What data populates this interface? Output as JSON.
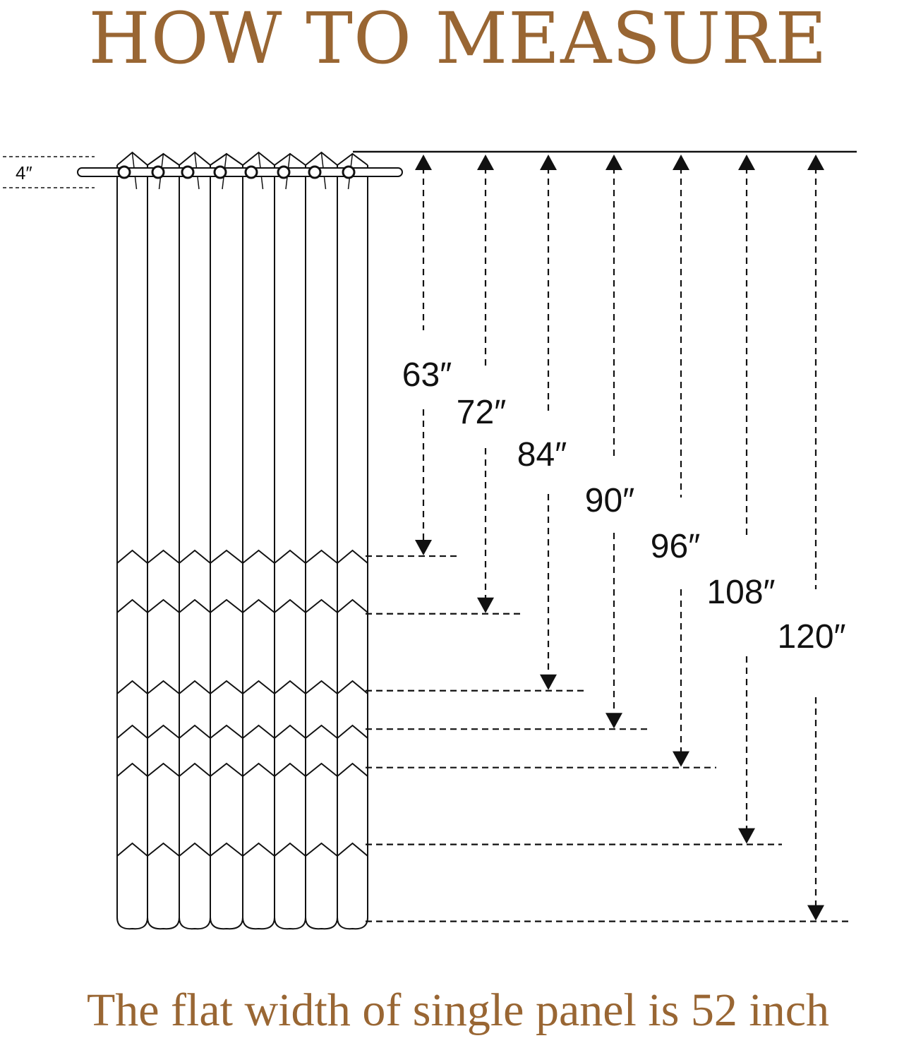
{
  "title": "HOW TO MEASURE",
  "footer": "The flat width of single panel is 52 inch",
  "header_allowance": "4″",
  "lengths": [
    {
      "label": "63″",
      "value": 63
    },
    {
      "label": "72″",
      "value": 72
    },
    {
      "label": "84″",
      "value": 84
    },
    {
      "label": "90″",
      "value": 90
    },
    {
      "label": "96″",
      "value": 96
    },
    {
      "label": "108″",
      "value": 108
    },
    {
      "label": "120″",
      "value": 120
    }
  ],
  "colors": {
    "title": "#996633",
    "lines": "#111111"
  }
}
